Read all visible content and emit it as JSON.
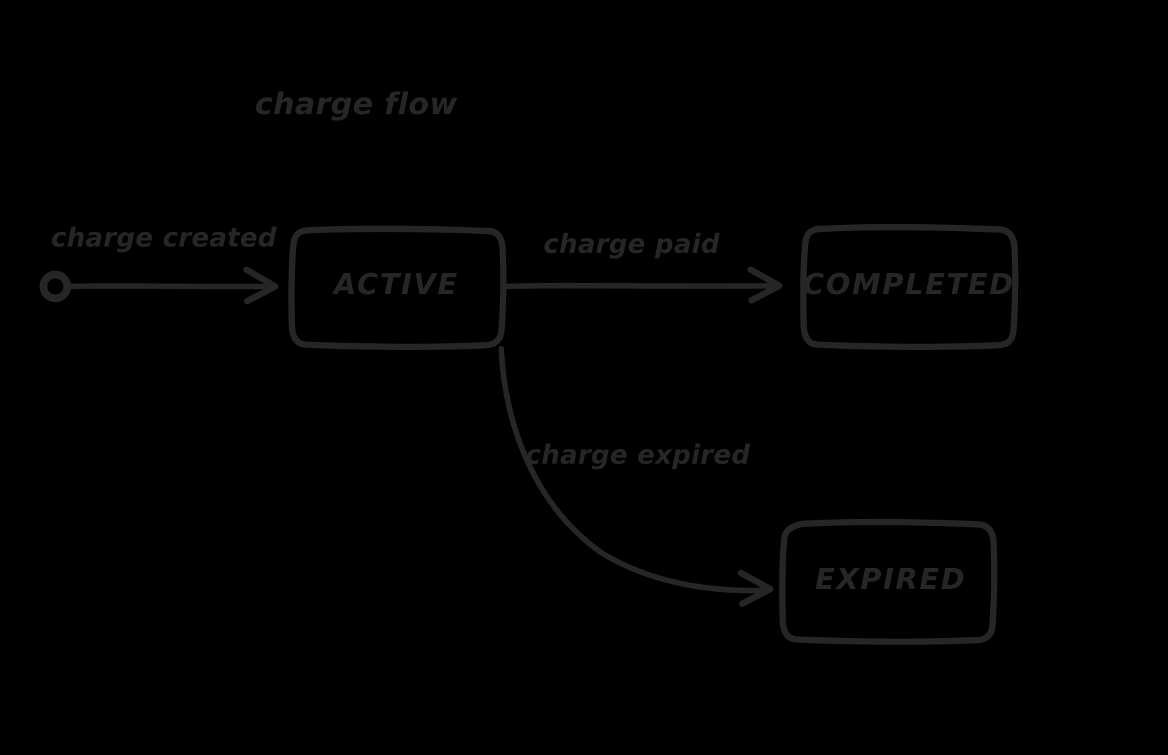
{
  "diagram": {
    "title": "charge flow",
    "background_color": "#000000",
    "stroke_color": "#262626",
    "style": "hand-drawn",
    "type": "state-machine",
    "start_node": {
      "name": "start",
      "shape": "circle-outline"
    },
    "nodes": [
      {
        "id": "active",
        "label": "ACTIVE"
      },
      {
        "id": "completed",
        "label": "COMPLETED"
      },
      {
        "id": "expired",
        "label": "EXPIRED"
      }
    ],
    "edges": [
      {
        "id": "e-created",
        "from": "start",
        "to": "active",
        "label": "charge created"
      },
      {
        "id": "e-paid",
        "from": "active",
        "to": "completed",
        "label": "charge paid"
      },
      {
        "id": "e-expired",
        "from": "active",
        "to": "expired",
        "label": "charge expired"
      }
    ]
  }
}
